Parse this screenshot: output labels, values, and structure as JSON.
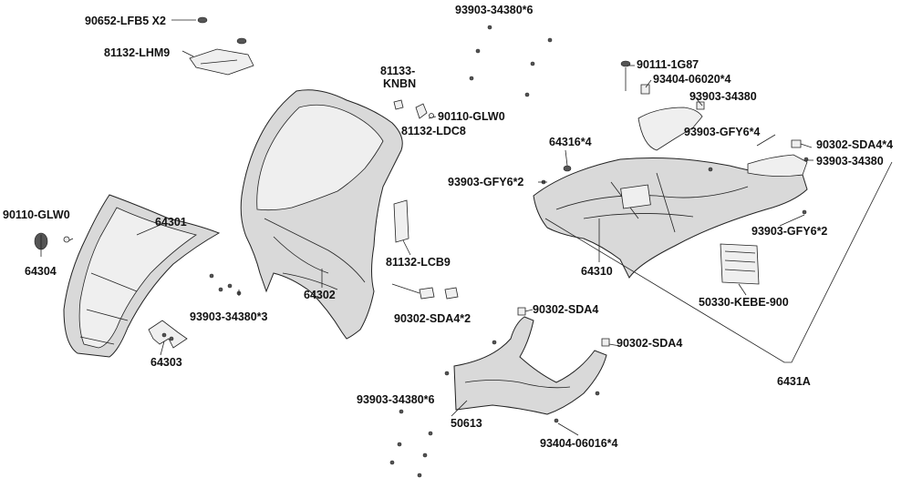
{
  "labels": {
    "p90652": "90652-LFB5 X2",
    "p81132_lhm9": "81132-LHM9",
    "p93903_34380_6_top": "93903-34380*6",
    "p81133": "81133-",
    "knbn": "KNBN",
    "p90110_glw0_r": "90110-GLW0",
    "p81132_ldc8": "81132-LDC8",
    "p90111": "90111-1G87",
    "p93404_06020": "93404-06020*4",
    "p93903_34380_a": "93903-34380",
    "p93903_gfy6_4": "93903-GFY6*4",
    "p64316": "64316*4",
    "p90302_sda4_4": "90302-SDA4*4",
    "p93903_34380_b": "93903-34380",
    "p93903_gfy6_2a": "93903-GFY6*2",
    "p93903_gfy6_2b": "93903-GFY6*2",
    "p90110_glw0_l": "90110-GLW0",
    "p64301": "64301",
    "p64304": "64304",
    "p64302": "64302",
    "p81132_lcb9": "81132-LCB9",
    "p64310": "64310",
    "p50330": "50330-KEBE-900",
    "p93903_34380_3": "93903-34380*3",
    "p90302_sda4_2": "90302-SDA4*2",
    "p90302_sda4_a": "90302-SDA4",
    "p90302_sda4_b": "90302-SDA4",
    "p64303": "64303",
    "p6431a": "6431A",
    "p93903_34380_6_bot": "93903-34380*6",
    "p50613": "50613",
    "p93404_06016": "93404-06016*4"
  }
}
